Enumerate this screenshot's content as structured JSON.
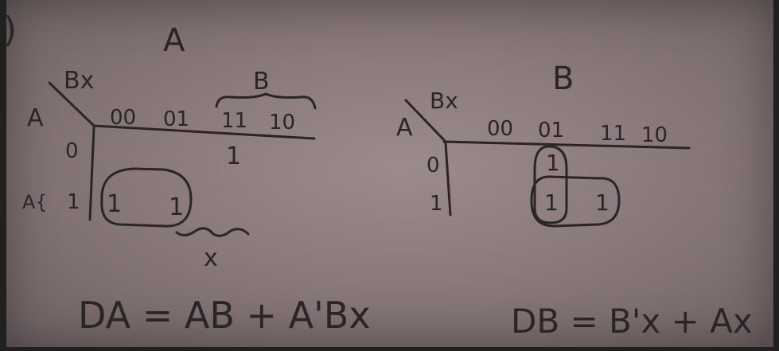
{
  "sheet": {
    "corner_mark": ")",
    "map_a": {
      "title": "A",
      "col_var": "Bx",
      "row_var": "A",
      "brace_label": "B",
      "columns": [
        "00",
        "01",
        "11",
        "10"
      ],
      "rows": [
        "0",
        "1"
      ],
      "row1_prefix": "A{",
      "cells": {
        "r0_c11": "1",
        "r1_c00": "1",
        "r1_c01": "1"
      },
      "brace_under_label": "x",
      "equation": "DA = AB + A'Bx"
    },
    "map_b": {
      "title": "B",
      "col_var": "Bx",
      "row_var": "A",
      "columns": [
        "00",
        "01",
        "11",
        "10"
      ],
      "rows": [
        "0",
        "1"
      ],
      "cells": {
        "r0_c01": "1",
        "r1_c01": "1",
        "r1_c11": "1"
      },
      "equation": "DB = B'x + Ax"
    },
    "colors": {
      "paper": "#8f7f80",
      "ink": "#2a2627",
      "background": "#1e1e1e"
    }
  }
}
